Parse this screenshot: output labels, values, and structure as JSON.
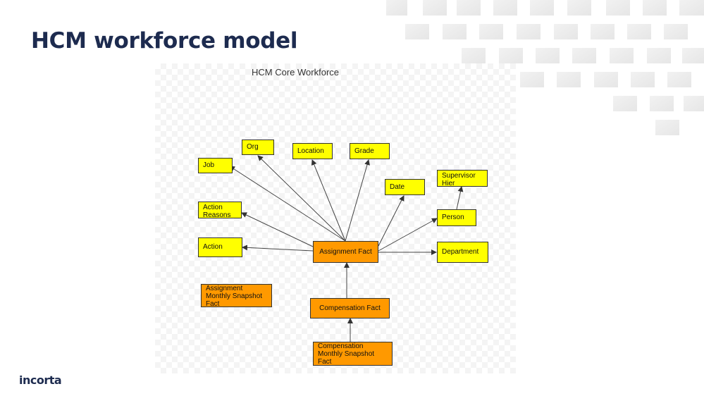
{
  "slide": {
    "title": "HCM workforce model"
  },
  "diagram": {
    "title": "HCM Core Workforce",
    "nodes": {
      "org": "Org",
      "location": "Location",
      "grade": "Grade",
      "job": "Job",
      "supervisor_hier": "Supervisor Hier",
      "date": "Date",
      "action_reasons": "Action Reasons",
      "person": "Person",
      "action": "Action",
      "assignment_fact": "Assignment Fact",
      "department": "Department",
      "assignment_monthly_snapshot_fact": "Assignment Monthly Snapshot Fact",
      "compensation_fact": "Compensation Fact",
      "compensation_monthly_snapshot_fact": "Compensation Monthly Snapshot Fact"
    },
    "edges": [
      {
        "from": "assignment_fact",
        "to": "job"
      },
      {
        "from": "assignment_fact",
        "to": "org"
      },
      {
        "from": "assignment_fact",
        "to": "location"
      },
      {
        "from": "assignment_fact",
        "to": "grade"
      },
      {
        "from": "assignment_fact",
        "to": "date"
      },
      {
        "from": "assignment_fact",
        "to": "person"
      },
      {
        "from": "assignment_fact",
        "to": "department"
      },
      {
        "from": "assignment_fact",
        "to": "action_reasons"
      },
      {
        "from": "assignment_fact",
        "to": "action"
      },
      {
        "from": "person",
        "to": "supervisor_hier"
      },
      {
        "from": "compensation_fact",
        "to": "assignment_fact"
      },
      {
        "from": "compensation_monthly_snapshot_fact",
        "to": "compensation_fact"
      }
    ],
    "colors": {
      "dimension": "#ffff00",
      "fact": "#ff9900",
      "border": "#333333"
    }
  },
  "brand": {
    "logo_text": "incorta"
  }
}
